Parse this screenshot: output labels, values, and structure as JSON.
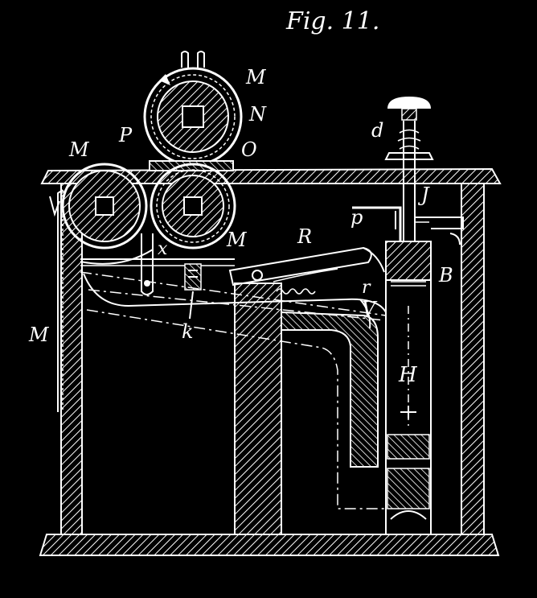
{
  "figure": {
    "title": "Fig. 11.",
    "labels": {
      "M1": "M",
      "N": "N",
      "O": "O",
      "M2": "M",
      "P": "P",
      "d": "d",
      "J": "J",
      "p": "p",
      "R": "R",
      "M3": "M",
      "x": "x",
      "B": "B",
      "r": "r",
      "V": "V",
      "k": "k",
      "M4": "M",
      "H": "H"
    },
    "colors": {
      "background": "#000000",
      "line": "#ffffff"
    }
  }
}
